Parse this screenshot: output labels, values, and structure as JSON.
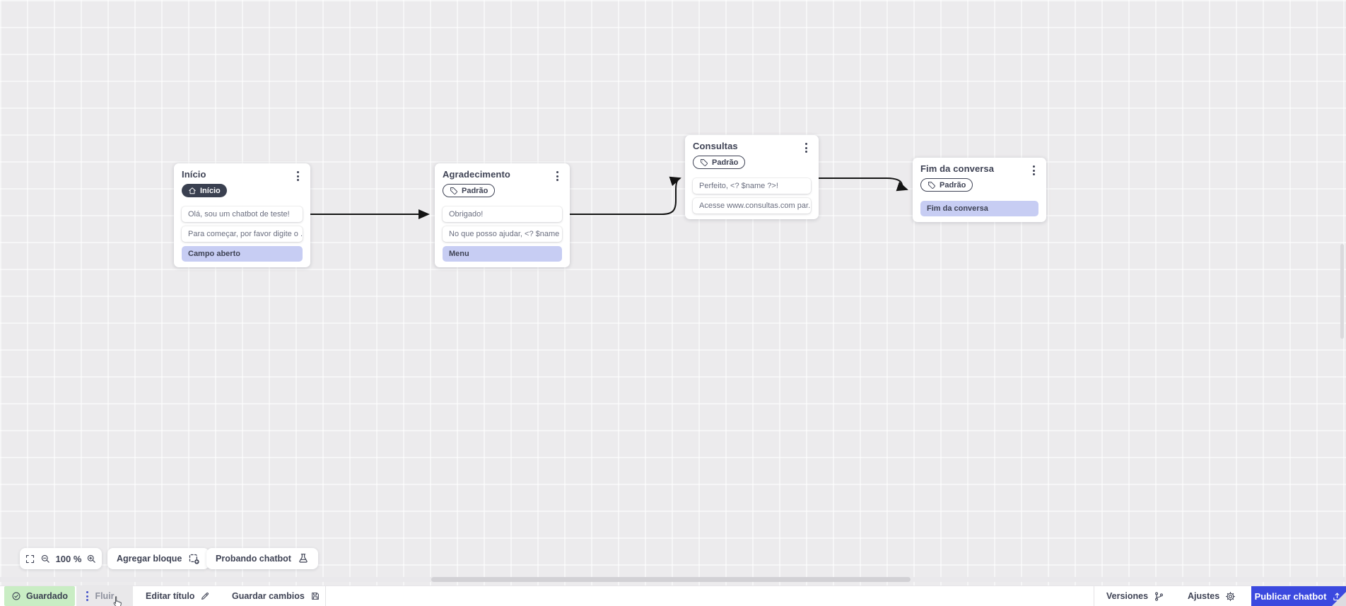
{
  "canvas": {
    "nodes": [
      {
        "title": "Início",
        "badge": {
          "label": "Início",
          "style": "dark",
          "icon": "home-icon"
        },
        "rows": [
          {
            "text": "Olá, sou um chatbot de teste!",
            "variant": "message"
          },
          {
            "text": "Para começar, por favor digite o ...",
            "variant": "message"
          },
          {
            "text": "Campo aberto",
            "variant": "action"
          }
        ]
      },
      {
        "title": "Agradecimento",
        "badge": {
          "label": "Padrão",
          "style": "outline",
          "icon": "tag-icon"
        },
        "rows": [
          {
            "text": "Obrigado!",
            "variant": "message"
          },
          {
            "text": "No que posso ajudar, <? $name ...",
            "variant": "message"
          },
          {
            "text": "Menu",
            "variant": "action"
          }
        ]
      },
      {
        "title": "Consultas",
        "badge": {
          "label": "Padrão",
          "style": "outline",
          "icon": "tag-icon"
        },
        "rows": [
          {
            "text": "Perfeito, <? $name ?>!",
            "variant": "message"
          },
          {
            "text": "Acesse www.consultas.com par...",
            "variant": "message"
          }
        ]
      },
      {
        "title": "Fim da conversa",
        "badge": {
          "label": "Padrão",
          "style": "outline",
          "icon": "tag-icon"
        },
        "rows": [
          {
            "text": "Fim da conversa",
            "variant": "action"
          }
        ]
      }
    ],
    "edges": [
      {
        "from": "Início",
        "to": "Agradecimento"
      },
      {
        "from": "Agradecimento",
        "to": "Consultas"
      },
      {
        "from": "Consultas",
        "to": "Fim da conversa"
      }
    ]
  },
  "zoom_toolbar": {
    "zoom_level": "100 %"
  },
  "canvas_toolbar": {
    "add_block_label": "Agregar bloque",
    "test_chatbot_label": "Probando chatbot"
  },
  "bottom_bar": {
    "saved_status": "Guardado",
    "flow_tab": "Fluir",
    "edit_title_label": "Editar título",
    "save_changes_label": "Guardar cambios",
    "versions_label": "Versiones",
    "settings_label": "Ajustes",
    "publish_label": "Publicar chatbot"
  },
  "colors": {
    "canvas_bg": "#ECEBED",
    "accent_blue": "#3B49DF",
    "active_row_purple": "#C7CDF3",
    "saved_green": "#C9EDC4",
    "dark_badge": "#3A4050",
    "edge_black": "#141414"
  }
}
